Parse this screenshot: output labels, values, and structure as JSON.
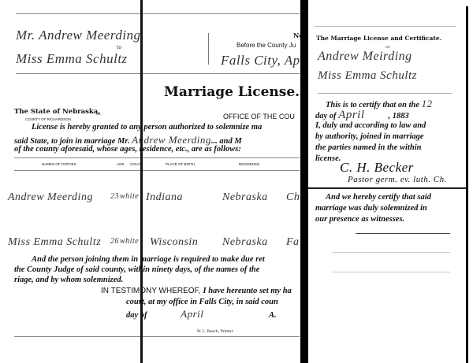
{
  "license": {
    "groom_header": "Mr. Andrew Meerding",
    "to": "to",
    "bride_header": "Miss Emma Schultz",
    "no": "No",
    "before_judge": "Before the County Ju",
    "place_date": "Falls City, Ap",
    "title": "Marriage License.",
    "state": "The State of Nebraska,",
    "county": "COUNTY OF RICHARDSON.",
    "ss": "ss.",
    "office": "OFFICE OF THE COU",
    "body1": "License is hereby granted to any person authorized to solemnize ma",
    "body2a": "said State, to join in marriage Mr.",
    "body2_name": "Andrew Meerding",
    "body2b": "... and M",
    "body3": "of the county aforesaid, whose ages, residence, etc., are as follows:",
    "columns": [
      "NAMES OF PARTIES.",
      "AGE.",
      "COLOR.",
      "PLACE OF BIRTH.",
      "RESIDENCE."
    ],
    "rows": [
      {
        "name": "Andrew Meerding",
        "age": "23",
        "color": "white",
        "birth": "Indiana",
        "residence": "Nebraska",
        "extra": "Ch"
      },
      {
        "name": "Miss Emma Schultz",
        "age": "26",
        "color": "white",
        "birth": "Wisconsin",
        "residence": "Nebraska",
        "extra": "Fa"
      }
    ],
    "para1": "And the person joining them in marriage is required to make due ret",
    "para2": "the County Judge of said county, within ninety days, of the names of the",
    "para3": "riage, and by whom solemnized.",
    "test1a": "IN TESTIMONY WHEREOF,",
    "test1b": "I have hereunto set my ha",
    "test2": "court, at my office in Falls City, in said coun",
    "test3": "day of",
    "test3_month": "April",
    "test3_end": "A.",
    "printer": "W. L. Beach, Printer"
  },
  "certificate": {
    "title": "The Marriage License and Certificate.",
    "of": "OF",
    "groom": "Andrew Meirding",
    "bride": "Miss Emma Schultz",
    "cert1a": "This is to certify that on the",
    "day": "12",
    "cert2a": "day of",
    "month": "April",
    "year": ", 1883",
    "cert3": "I, duly and according to law and",
    "cert4": "by authority, joined in marriage",
    "cert5": "the parties named in the within",
    "cert6": "license.",
    "signature": "C. H. Becker",
    "sig_title": "Pastor germ. ev. luth. Ch.",
    "wit1": "And we hereby certify that said",
    "wit2": "marriage was duly solemnized in",
    "wit3": "our presence as witnesses."
  }
}
